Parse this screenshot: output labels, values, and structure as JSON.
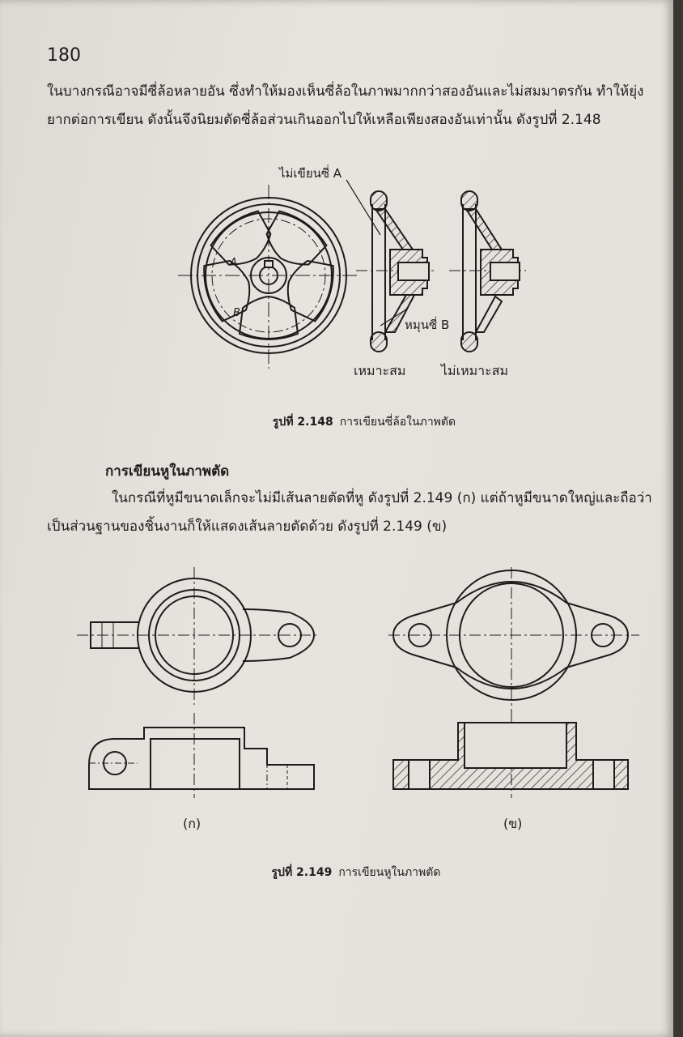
{
  "page_number": "180",
  "intro_paragraph": "ในบางกรณีอาจมีซี่ล้อหลายอัน ซึ่งทำให้มองเห็นซี่ล้อในภาพมากกว่าสองอันและไม่สมมาตรกัน ทำให้ยุ่งยากต่อการเขียน ดังนั้นจึงนิยมตัดซี่ล้อส่วนเกินออกไปให้เหลือเพียงสองอันเท่านั้น ดังรูปที่ 2.148",
  "figure_148": {
    "label_not_draw_spoke": "ไม่เขียนซี่ A",
    "label_rotate_spoke": "หมุนซี่ B",
    "label_suitable": "เหมาะสม",
    "label_not_suitable": "ไม่เหมาะสม",
    "spoke_label_a": "A",
    "spoke_label_b": "B",
    "caption_number": "รูปที่ 2.148",
    "caption_text": "การเขียนซี่ล้อในภาพตัด"
  },
  "section_heading": "การเขียนหูในภาพตัด",
  "lug_paragraph": "ในกรณีที่หูมีขนาดเล็กจะไม่มีเส้นลายตัดที่หู ดังรูปที่ 2.149 (ก) แต่ถ้าหูมีขนาดใหญ่และถือว่าเป็นส่วนฐานของชิ้นงานก็ให้แสดงเส้นลายตัดด้วย ดังรูปที่ 2.149 (ข)",
  "figure_149": {
    "label_a": "(ก)",
    "label_b": "(ข)",
    "caption_number": "รูปที่ 2.149",
    "caption_text": "การเขียนหูในภาพตัด"
  }
}
